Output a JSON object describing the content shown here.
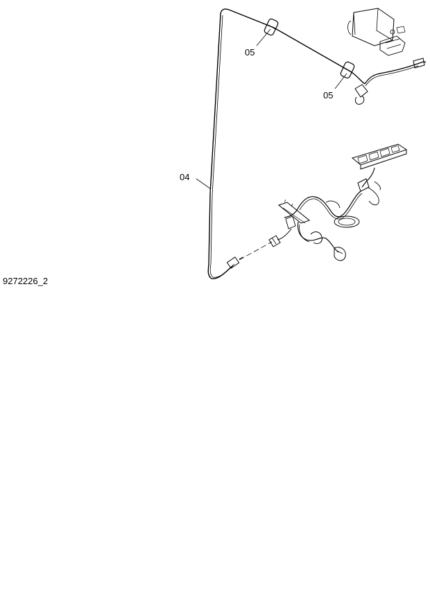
{
  "figure": {
    "drawing_id": "9272226_2",
    "callouts": [
      {
        "id": "04",
        "text": "04"
      },
      {
        "id": "05a",
        "text": "05"
      },
      {
        "id": "05b",
        "text": "05"
      }
    ]
  }
}
